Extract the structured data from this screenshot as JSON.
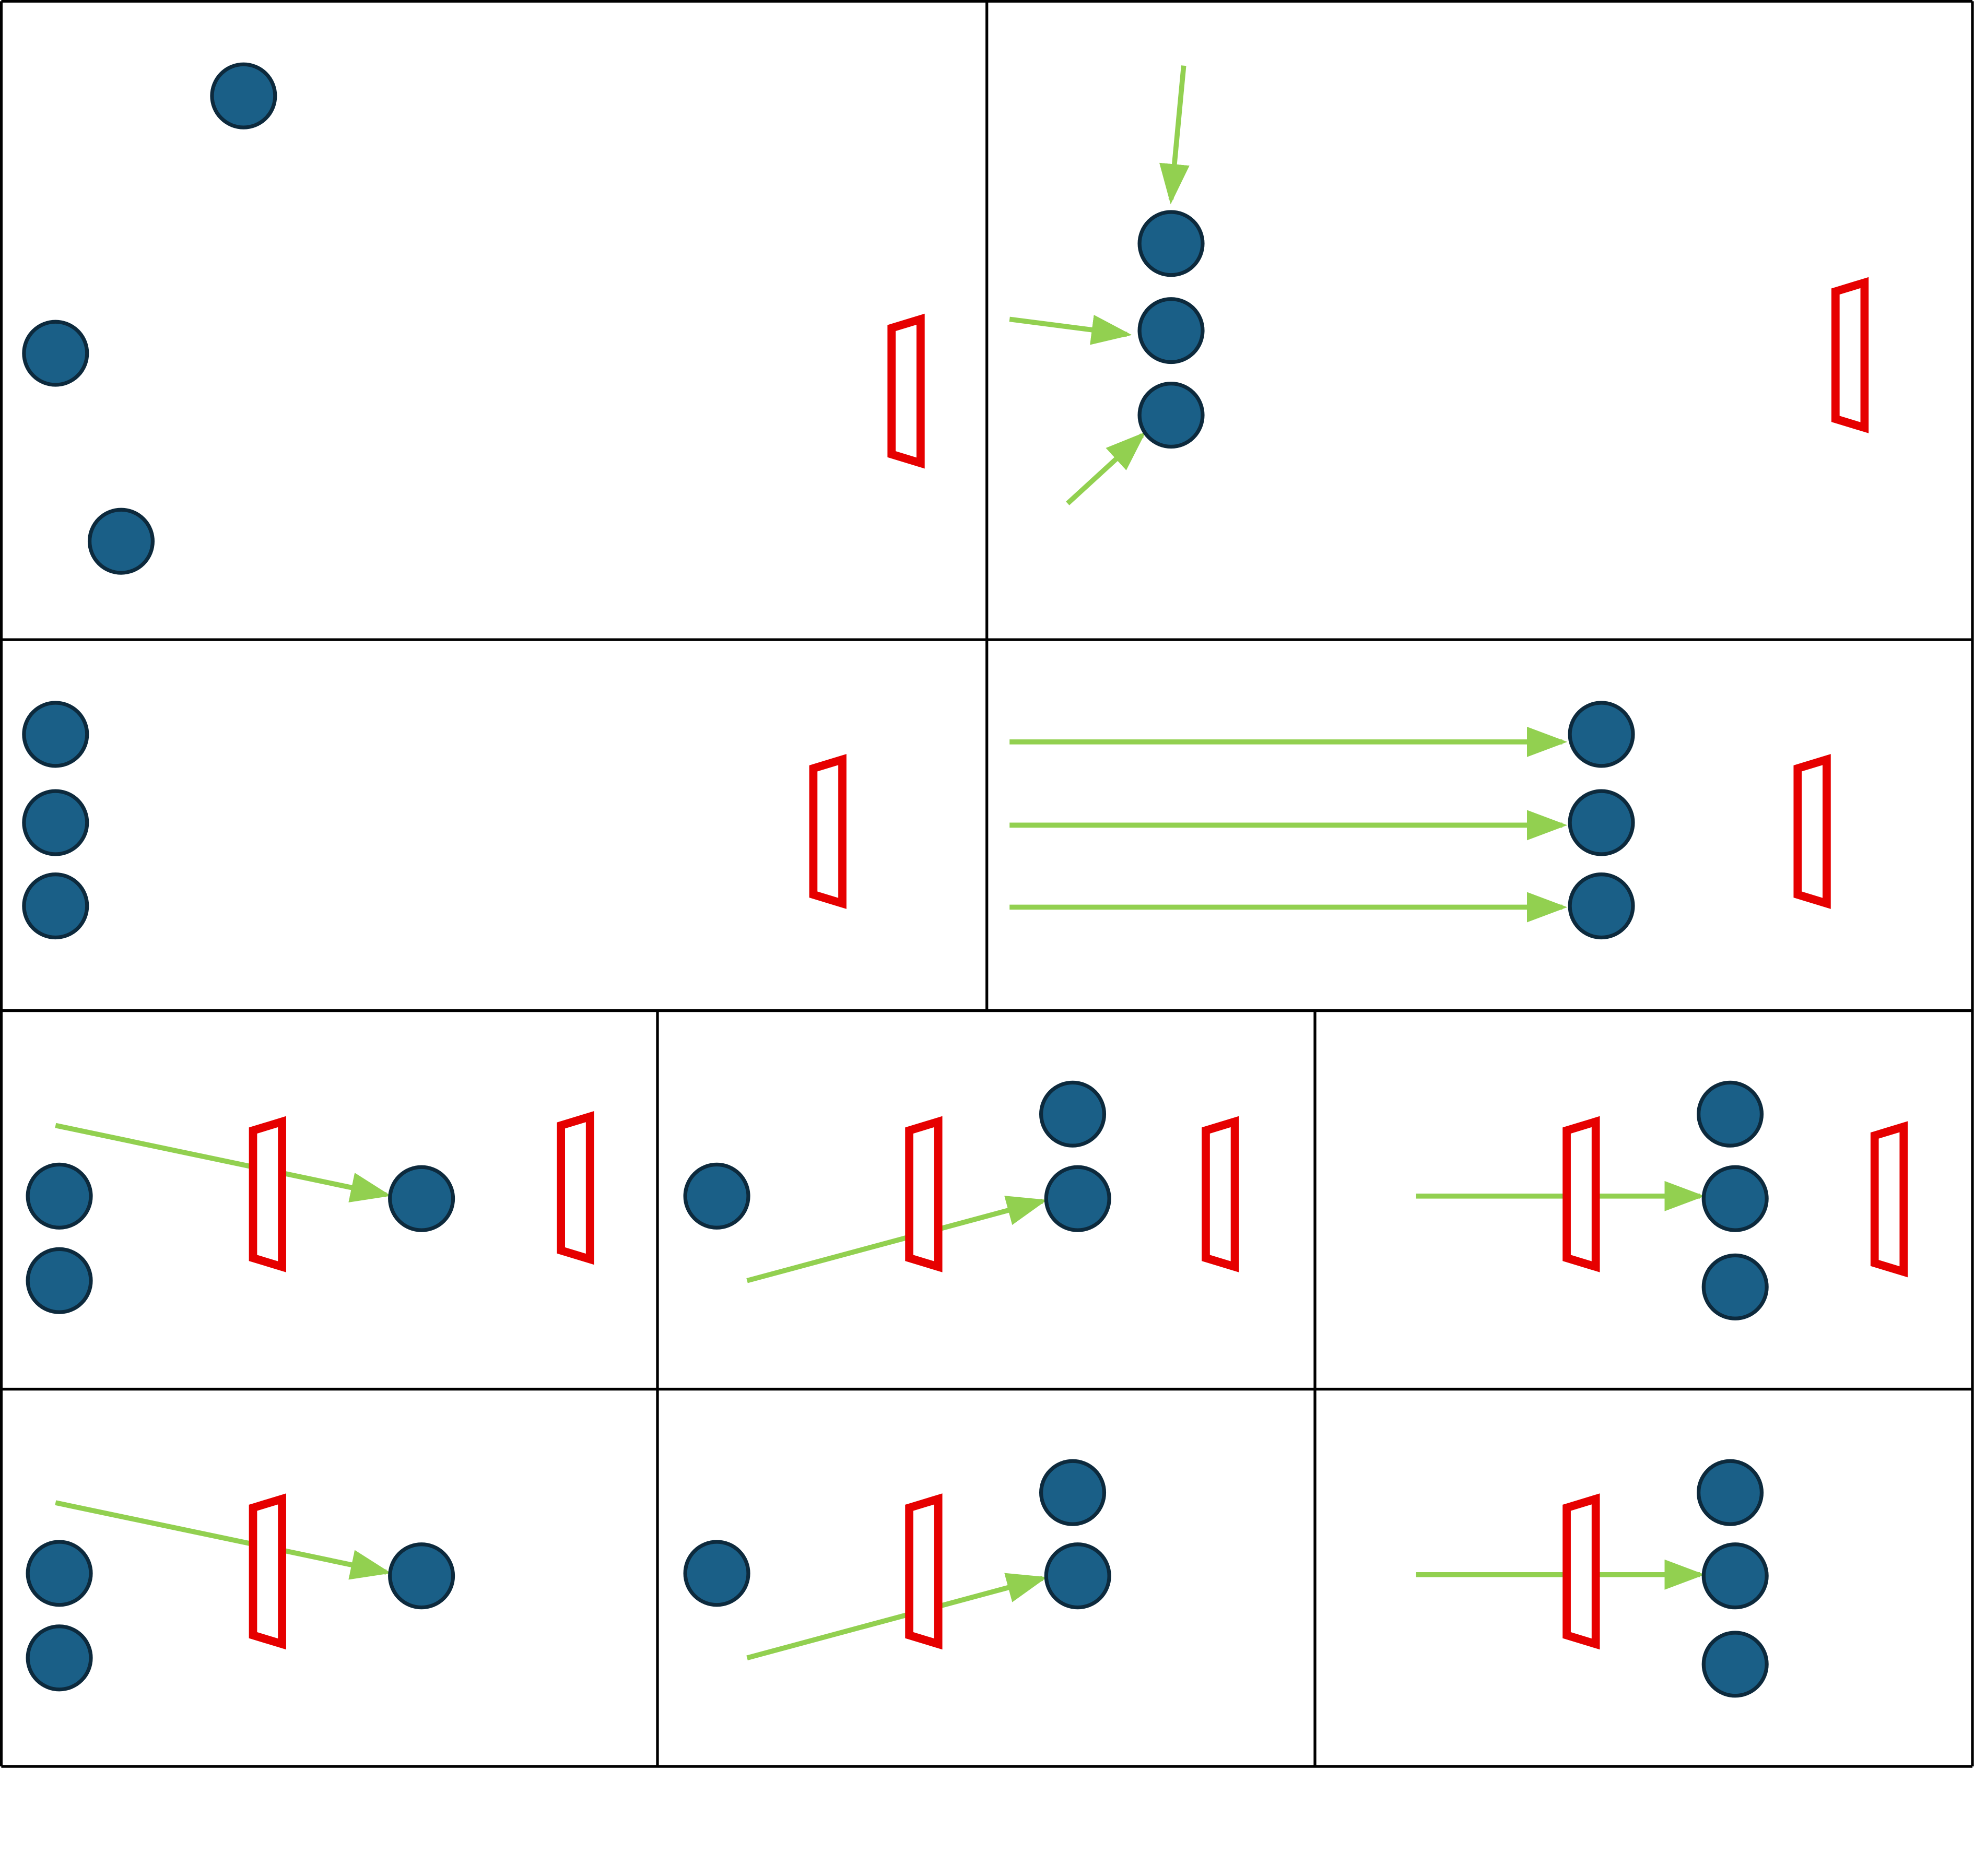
{
  "colors": {
    "background": "#ffffff",
    "grid_line": "#000000",
    "circle_fill": "#1a5f87",
    "circle_stroke": "#0d2a3d",
    "bar_stroke": "#e60000",
    "bar_fill": "#ffffff",
    "arrow": "#92d050"
  },
  "icons": {
    "circle": "player-circle-icon",
    "bar": "goal-bar-icon",
    "arrow": "movement-arrow-icon"
  },
  "panels": [
    {
      "id": "panel-1",
      "circles": 3,
      "bars": 1,
      "arrows": 0
    },
    {
      "id": "panel-2",
      "circles": 3,
      "bars": 1,
      "arrows": 3
    },
    {
      "id": "panel-3",
      "circles": 3,
      "bars": 1,
      "arrows": 0
    },
    {
      "id": "panel-4",
      "circles": 3,
      "bars": 1,
      "arrows": 3
    },
    {
      "id": "panel-5",
      "circles": 3,
      "bars": 2,
      "arrows": 1
    },
    {
      "id": "panel-6",
      "circles": 3,
      "bars": 2,
      "arrows": 1
    },
    {
      "id": "panel-7",
      "circles": 3,
      "bars": 2,
      "arrows": 1
    },
    {
      "id": "panel-8",
      "circles": 3,
      "bars": 1,
      "arrows": 1
    },
    {
      "id": "panel-9",
      "circles": 3,
      "bars": 1,
      "arrows": 1
    },
    {
      "id": "panel-10",
      "circles": 3,
      "bars": 1,
      "arrows": 1
    }
  ]
}
